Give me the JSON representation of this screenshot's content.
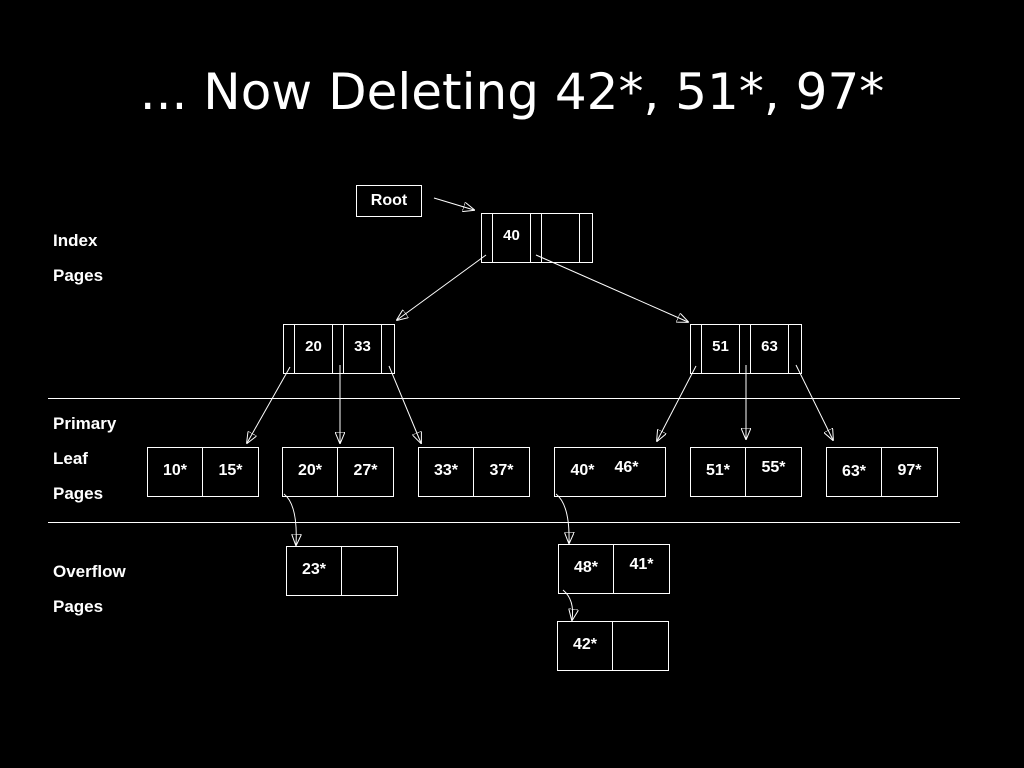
{
  "title": "... Now Deleting 42*, 51*, 97*",
  "labels": {
    "index": [
      "Index",
      "Pages"
    ],
    "leaf": [
      "Primary",
      "Leaf",
      "Pages"
    ],
    "overflow": [
      "Overflow",
      "Pages"
    ]
  },
  "root_label": "Root",
  "index_nodes": {
    "root": [
      "40",
      ""
    ],
    "left": [
      "20",
      "33"
    ],
    "right": [
      "51",
      "63"
    ]
  },
  "leaf_pages": [
    [
      "10*",
      "15*"
    ],
    [
      "20*",
      "27*"
    ],
    [
      "33*",
      "37*"
    ],
    [
      "40*",
      "46*"
    ],
    [
      "51*",
      "55*"
    ],
    [
      "63*",
      "97*"
    ]
  ],
  "overflow_pages": [
    [
      "23*",
      ""
    ],
    [
      "48*",
      "41*"
    ],
    [
      "42*",
      ""
    ]
  ]
}
